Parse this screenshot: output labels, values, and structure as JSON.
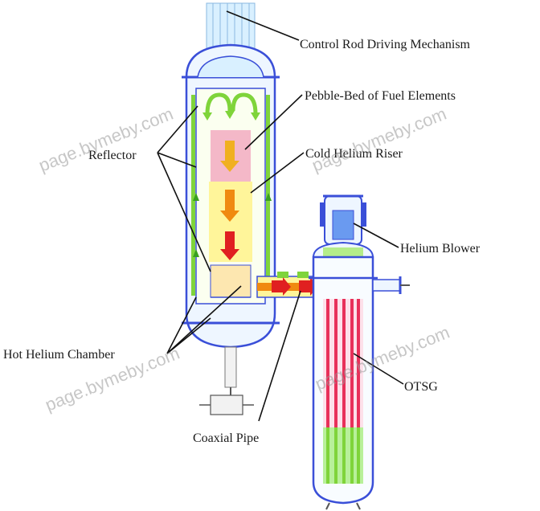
{
  "labels": {
    "control_rod": "Control Rod Driving Mechanism",
    "pebble_bed": "Pebble-Bed of Fuel Elements",
    "reflector": "Reflector",
    "cold_riser": "Cold Helium Riser",
    "helium_blower": "Helium Blower",
    "hot_chamber": "Hot Helium Chamber",
    "otsg": "OTSG",
    "coaxial_pipe": "Coaxial Pipe"
  },
  "watermark": "page.bymeby.com",
  "colors": {
    "vessel_outline": "#3a4fd8",
    "hot_flow": "#e02020",
    "warm_flow": "#f08a10",
    "cold_flow": "#7fd43a",
    "core_pink": "#f4b8c8",
    "core_yellow": "#fff59a",
    "tube_red": "#e8305a",
    "tube_green": "#9ee86a",
    "leader_line": "#111111"
  }
}
